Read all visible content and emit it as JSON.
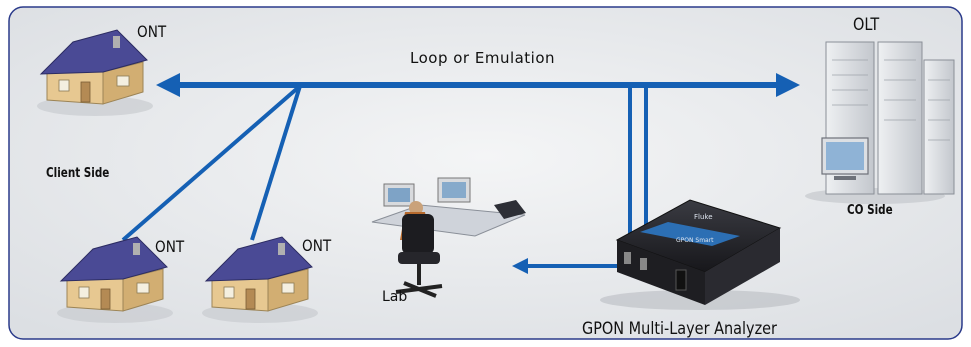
{
  "labels": {
    "ont_top": "ONT",
    "ont_bottom_left": "ONT",
    "ont_bottom_right": "ONT",
    "client_side": "Client Side",
    "olt": "OLT",
    "co_side": "CO Side",
    "loop": "Loop or Emulation",
    "lab": "Lab",
    "analyzer": "GPON Multi-Layer Analyzer"
  },
  "device_text": {
    "brand": "Fluke",
    "model": "GPON Smart"
  },
  "colors": {
    "background": "#e9ecef",
    "panel_border": "#2a3a8a",
    "link": "#1560b4",
    "roof": "#4a4a95",
    "house_wall": "#e3c48c",
    "device": "#1e1e22",
    "device_accent": "#2c6fb4"
  }
}
